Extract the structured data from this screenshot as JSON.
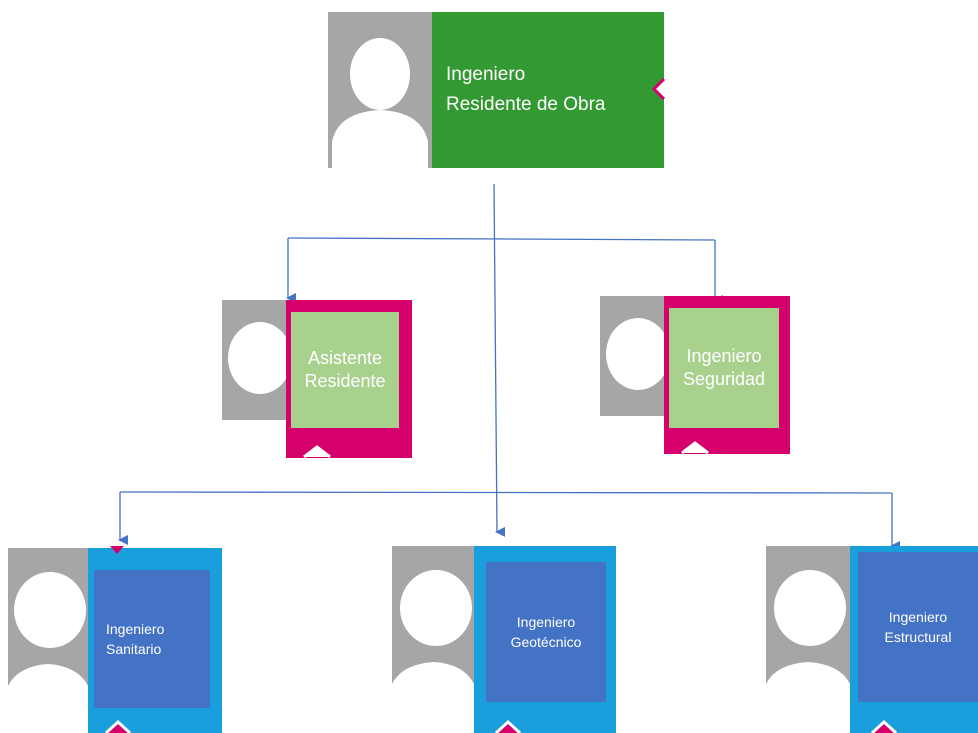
{
  "chart_title": "",
  "nodes": {
    "top": {
      "line1": "Ingeniero",
      "line2": "Residente de Obra"
    },
    "asistente": {
      "line1": "Asistente",
      "line2": "Residente"
    },
    "seguridad": {
      "line1": "Ingeniero",
      "line2": "Seguridad"
    },
    "sanitario": {
      "line1": "Ingeniero",
      "line2": "Sanitario"
    },
    "geotecnico": {
      "line1": "Ingeniero",
      "line2": "Geotécnico"
    },
    "estructural": {
      "line1": "Ingeniero",
      "line2": "Estructural"
    }
  },
  "colors": {
    "top_frame": "#339933",
    "level2_frame": "#d6006d",
    "level2_inner": "#a9d18e",
    "level3_frame": "#1b9fdc",
    "level3_inner": "#4472c4",
    "connector": "#4472c4",
    "photo_bg": "#a6a6a6"
  }
}
